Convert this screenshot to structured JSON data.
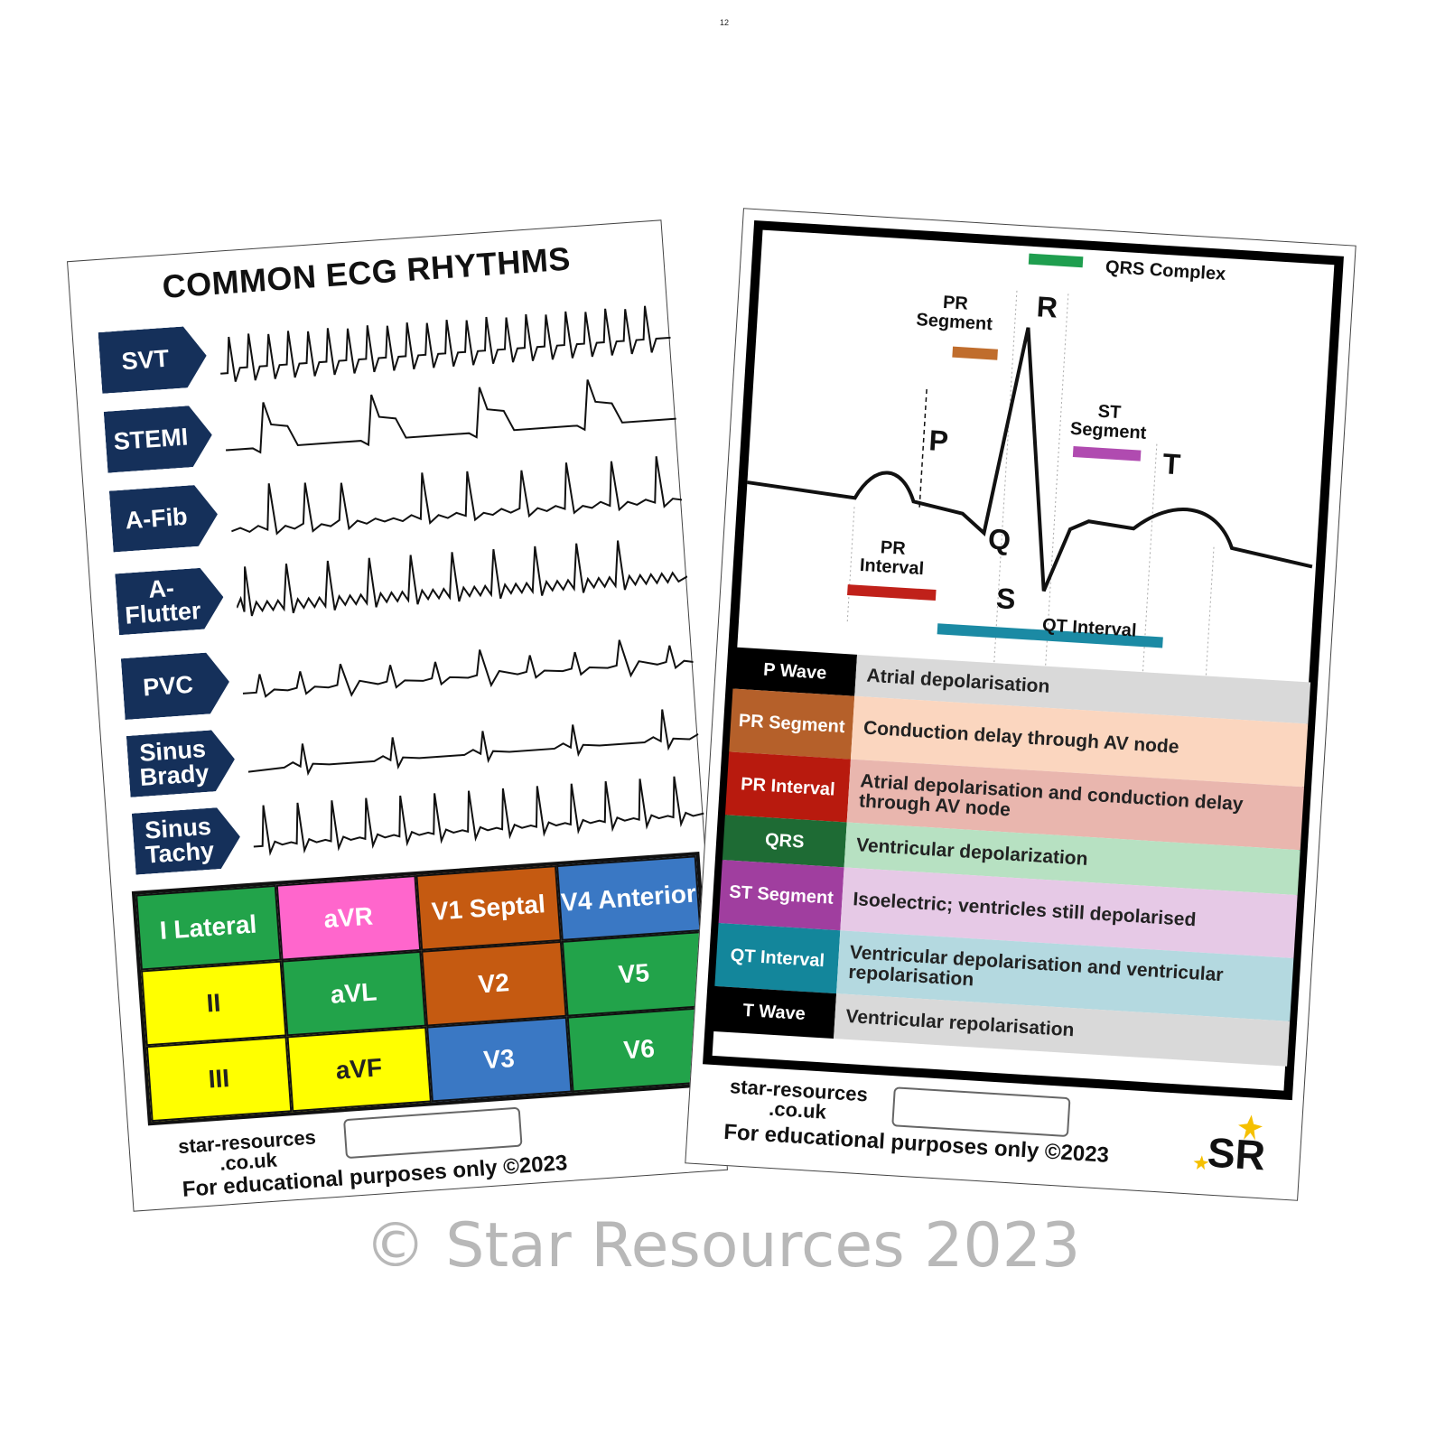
{
  "page_number": "12",
  "left_card": {
    "title": "COMMON ECG RHYTHMS",
    "rhythms": [
      {
        "label": "SVT"
      },
      {
        "label": "STEMI"
      },
      {
        "label": "A-Fib"
      },
      {
        "label": "A-Flutter"
      },
      {
        "label": "PVC"
      },
      {
        "label": "Sinus Brady"
      },
      {
        "label": "Sinus Tachy"
      }
    ],
    "leads": [
      {
        "label": "I Lateral",
        "color": "#22a34a"
      },
      {
        "label": "aVR",
        "color": "#ff66cc"
      },
      {
        "label": "V1 Septal",
        "color": "#c55a11"
      },
      {
        "label": "V4 Anterior",
        "color": "#3a78c4"
      },
      {
        "label": "II",
        "color": "#ffff00"
      },
      {
        "label": "aVL",
        "color": "#22a34a"
      },
      {
        "label": "V2",
        "color": "#c55a11"
      },
      {
        "label": "V5",
        "color": "#22a34a"
      },
      {
        "label": "III",
        "color": "#ffff00"
      },
      {
        "label": "aVF",
        "color": "#ffff00"
      },
      {
        "label": "V3",
        "color": "#3a78c4"
      },
      {
        "label": "V6",
        "color": "#22a34a"
      }
    ],
    "brand": "star-resources .co.uk",
    "note": "For educational purposes only ©2023"
  },
  "right_card": {
    "labels": {
      "qrs_complex": "QRS Complex",
      "pr_segment": "PR Segment",
      "st_segment": "ST Segment",
      "pr_interval": "PR Interval",
      "qt_interval": "QT Interval",
      "p": "P",
      "q": "Q",
      "r": "R",
      "s": "S",
      "t": "T"
    },
    "legend": [
      {
        "key": "P Wave",
        "desc": "Atrial depolarisation",
        "key_color": "#000000",
        "desc_color": "#d9d9d9"
      },
      {
        "key": "PR Segment",
        "desc": "Conduction delay through AV node",
        "key_color": "#b5602a",
        "desc_color": "#fbd6bf"
      },
      {
        "key": "PR Interval",
        "desc": "Atrial depolarisation and conduction delay through AV node",
        "key_color": "#b81a0e",
        "desc_color": "#e9b6ae"
      },
      {
        "key": "QRS",
        "desc": "Ventricular depolarization",
        "key_color": "#1e6b34",
        "desc_color": "#b7e1c2"
      },
      {
        "key": "ST Segment",
        "desc": "Isoelectric; ventricles still depolarised",
        "key_color": "#a03e9f",
        "desc_color": "#e6c9e6"
      },
      {
        "key": "QT Interval",
        "desc": "Ventricular depolarisation and ventricular repolarisation",
        "key_color": "#13869b",
        "desc_color": "#b4d9e0"
      },
      {
        "key": "T Wave",
        "desc": "Ventricular repolarisation",
        "key_color": "#000000",
        "desc_color": "#d9d9d9"
      }
    ],
    "bar_colors": {
      "qrs": "#1f9e4f",
      "pr_segment": "#c06d2d",
      "st_segment": "#b04bb0",
      "pr_interval": "#c0211a",
      "qt_interval": "#1b8aa4"
    },
    "brand": "star-resources .co.uk",
    "note": "For educational purposes only ©2023",
    "logo_text": "SR"
  },
  "watermark": "© Star Resources 2023"
}
